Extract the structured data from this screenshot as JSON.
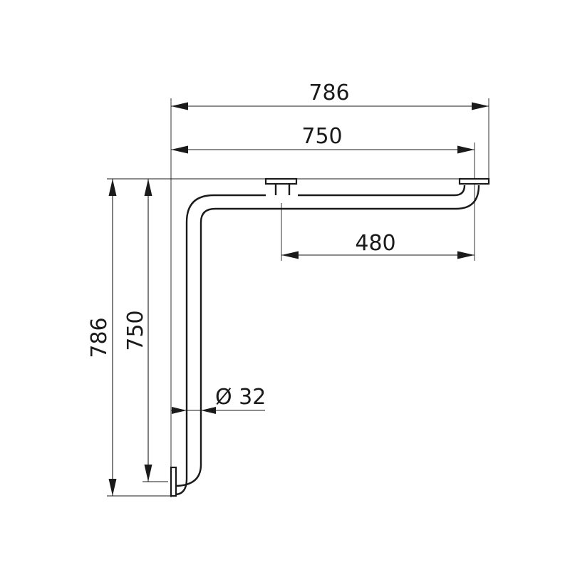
{
  "dimensions": {
    "top_overall_width": "786",
    "top_inner_width": "750",
    "flange_spacing": "480",
    "left_overall_height": "786",
    "left_inner_height": "750",
    "tube_diameter": "Ø 32"
  },
  "colors": {
    "line": "#1a1a1a",
    "background": "#ffffff"
  }
}
